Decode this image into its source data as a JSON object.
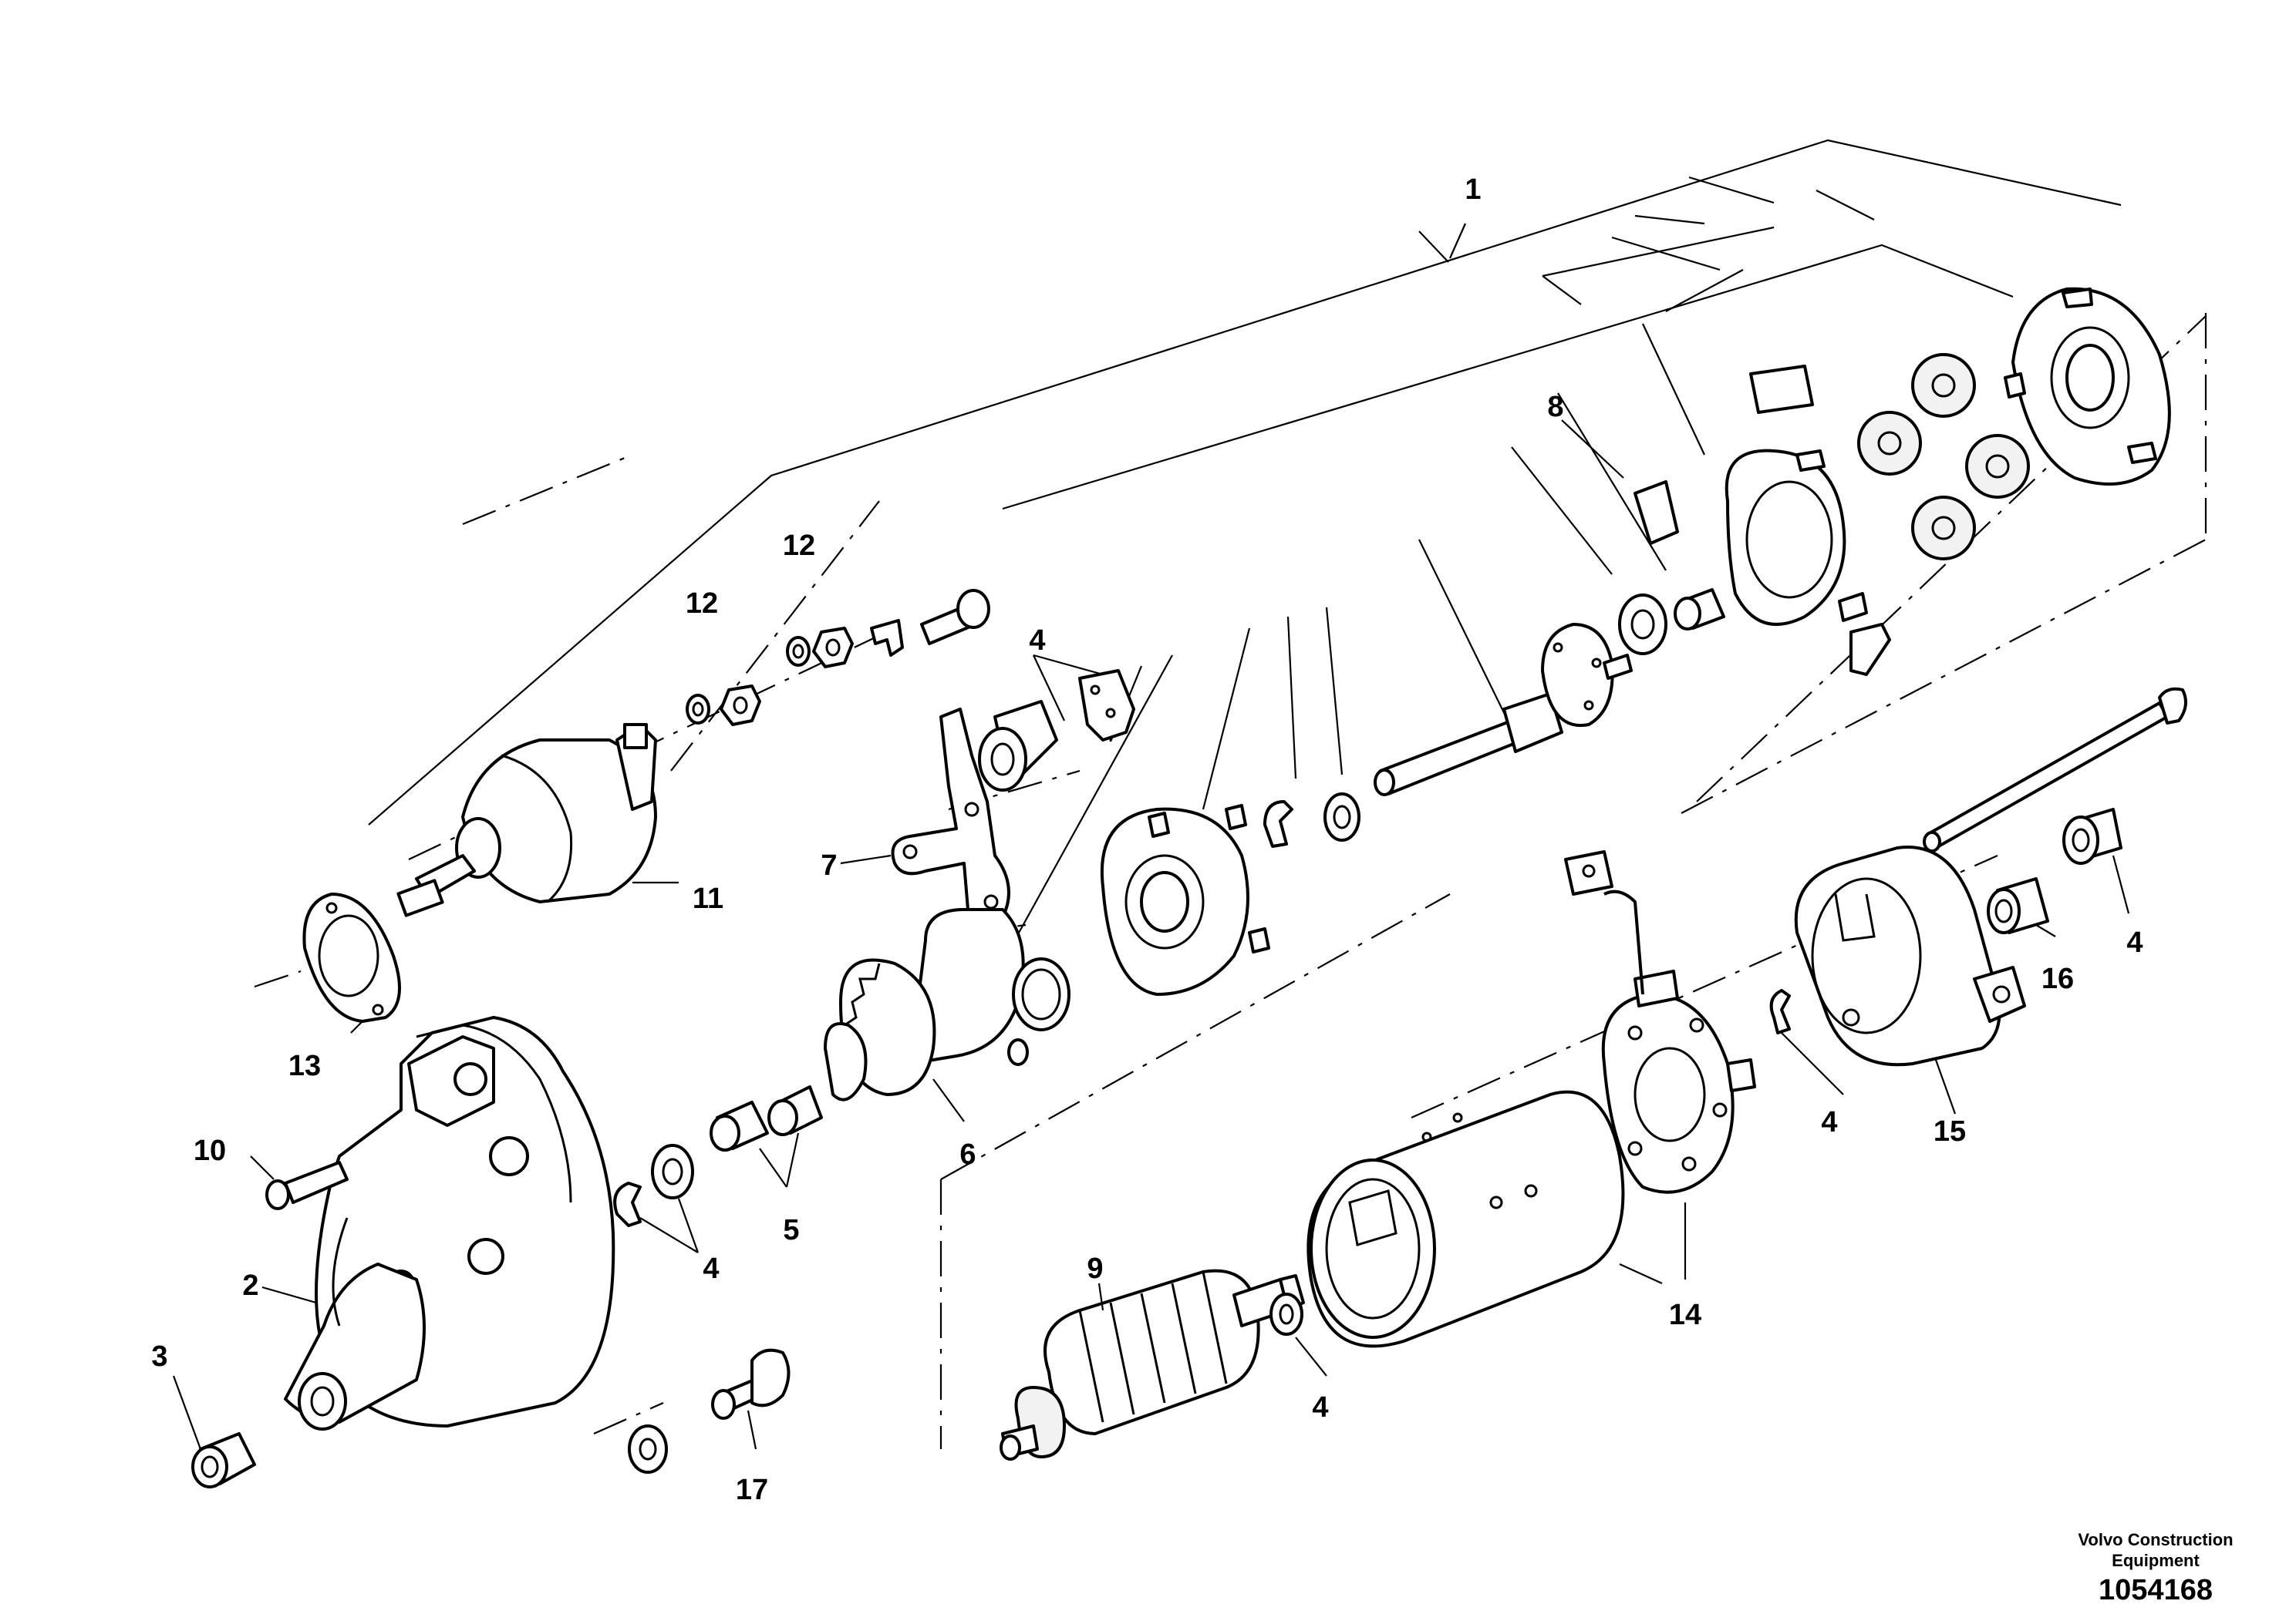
{
  "callouts": [
    {
      "id": "1",
      "text": "1"
    },
    {
      "id": "2",
      "text": "2"
    },
    {
      "id": "3",
      "text": "3"
    },
    {
      "id": "4a",
      "text": "4"
    },
    {
      "id": "4b",
      "text": "4"
    },
    {
      "id": "4c",
      "text": "4"
    },
    {
      "id": "4d",
      "text": "4"
    },
    {
      "id": "4e",
      "text": "4"
    },
    {
      "id": "5",
      "text": "5"
    },
    {
      "id": "6",
      "text": "6"
    },
    {
      "id": "7",
      "text": "7"
    },
    {
      "id": "8",
      "text": "8"
    },
    {
      "id": "9",
      "text": "9"
    },
    {
      "id": "10",
      "text": "10"
    },
    {
      "id": "11",
      "text": "11"
    },
    {
      "id": "12a",
      "text": "12"
    },
    {
      "id": "12b",
      "text": "12"
    },
    {
      "id": "13",
      "text": "13"
    },
    {
      "id": "14",
      "text": "14"
    },
    {
      "id": "15",
      "text": "15"
    },
    {
      "id": "16",
      "text": "16"
    },
    {
      "id": "17",
      "text": "17"
    }
  ],
  "branding": {
    "company_line1": "Volvo Construction",
    "company_line2": "Equipment",
    "drawing_number": "1054168"
  }
}
